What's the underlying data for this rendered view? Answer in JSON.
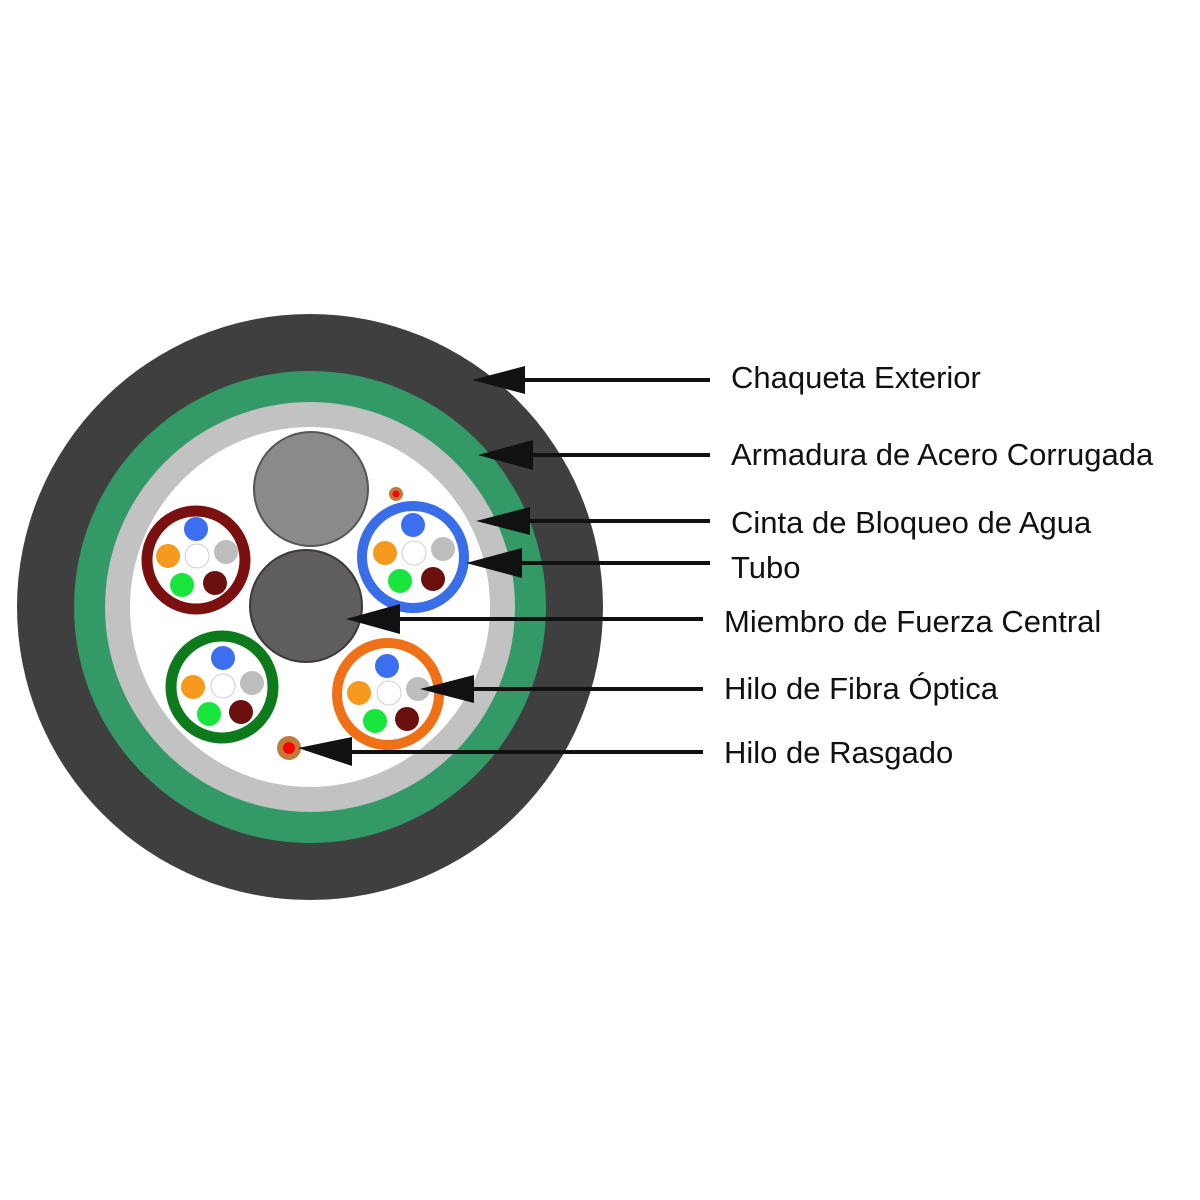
{
  "labels": {
    "outer_jacket": "Chaqueta Exterior",
    "armor": "Armadura de Acero Corrugada",
    "water_tape": "Cinta de Bloqueo de Agua",
    "tube": "Tubo",
    "strength_member": "Miembro de Fuerza Central",
    "fiber": "Hilo de Fibra Óptica",
    "ripcord": "Hilo de Rasgado"
  },
  "colors": {
    "jacket": "#3f3f3f",
    "armor": "#339966",
    "tape": "#c2c2c2",
    "core_fill": "#ffffff",
    "strength_member": "#5f5d5d",
    "filler": "#8a8a8a",
    "arrow": "#111111",
    "ripcord_outer": "#c07b3a",
    "ripcord_inner": "#ff0000",
    "tube_colors": [
      "#7a1010",
      "#3a6ee8",
      "#0d7a1c",
      "#f07018"
    ],
    "fiber_colors": {
      "blue": "#3b6ff0",
      "orange": "#f59a1c",
      "white": "#ffffff",
      "gray": "#bdbdbd",
      "green": "#19e63c",
      "brown": "#6b0f0f"
    }
  }
}
